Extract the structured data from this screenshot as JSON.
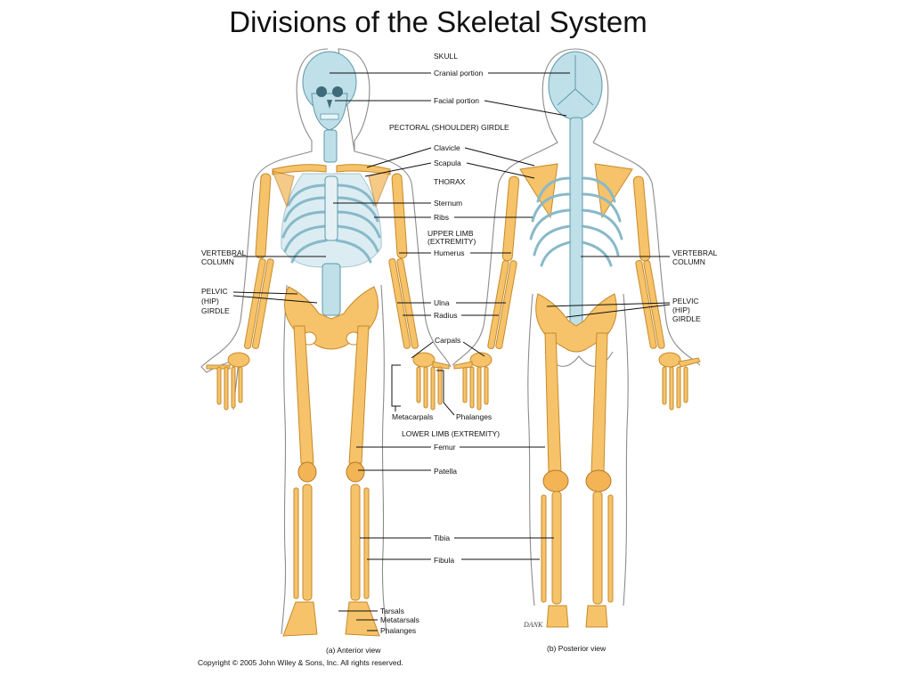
{
  "title": "Divisions of the Skeletal System",
  "colors": {
    "appendicular": "#f6c36a",
    "axial": "#bfe0e8",
    "outline": "#8c8c8c"
  },
  "labels": {
    "skull": "SKULL",
    "cranial": "Cranial portion",
    "facial": "Facial portion",
    "pectoral": "PECTORAL (SHOULDER) GIRDLE",
    "clavicle": "Clavicle",
    "scapula": "Scapula",
    "thorax": "THORAX",
    "sternum": "Sternum",
    "ribs": "Ribs",
    "upper_limb_1": "UPPER LIMB",
    "upper_limb_2": "(EXTREMITY)",
    "humerus": "Humerus",
    "ulna": "Ulna",
    "radius": "Radius",
    "carpals": "Carpals",
    "metacarpals": "Metacarpals",
    "phalanges_hand": "Phalanges",
    "lower_limb": "LOWER LIMB (EXTREMITY)",
    "femur": "Femur",
    "patella": "Patella",
    "tibia": "Tibia",
    "fibula": "Fibula",
    "tarsals": "Tarsals",
    "metatarsals": "Metatarsals",
    "phalanges_foot": "Phalanges",
    "vertebral_left_1": "VERTEBRAL",
    "vertebral_left_2": "COLUMN",
    "pelvic_left_1": "PELVIC",
    "pelvic_left_2": "(HIP)",
    "pelvic_left_3": "GIRDLE",
    "vertebral_right_1": "VERTEBRAL",
    "vertebral_right_2": "COLUMN",
    "pelvic_right_1": "PELVIC",
    "pelvic_right_2": "(HIP)",
    "pelvic_right_3": "GIRDLE"
  },
  "captions": {
    "anterior": "(a) Anterior view",
    "posterior": "(b) Posterior view",
    "copyright": "Copyright © 2005 John Wiley & Sons, Inc.  All rights reserved.",
    "signature": "DANK"
  }
}
